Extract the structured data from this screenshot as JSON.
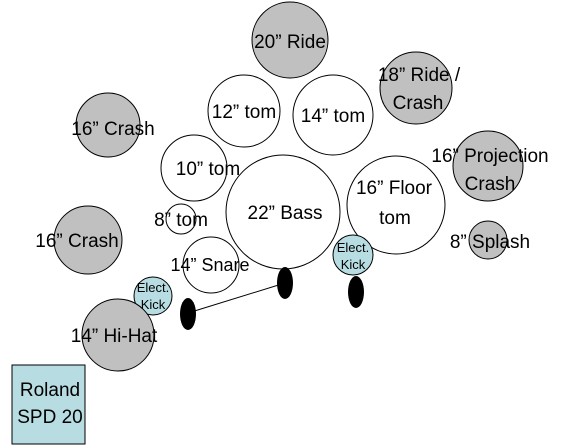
{
  "colors": {
    "cymbal_fill": "#c0c0c0",
    "drum_fill": "#ffffff",
    "trigger_fill": "#b7dde3",
    "pedal_fill": "#000000",
    "pad_fill": "#b7dde3",
    "outline": "#000000"
  },
  "kit": {
    "ride_20": "20” Ride",
    "ride_crash_18_line1": "18” Ride /",
    "ride_crash_18_line2": "Crash",
    "tom_12": "12” tom",
    "tom_14": "14” tom",
    "crash_16_upper": "16” Crash",
    "tom_10": "10” tom",
    "projection_crash_16_line1": "16” Projection",
    "projection_crash_16_line2": "Crash",
    "bass_22": "22” Bass",
    "floor_tom_16_line1": "16” Floor",
    "floor_tom_16_line2": "tom",
    "tom_8": "8” tom",
    "crash_16_lower": "16” Crash",
    "splash_8": "8” Splash",
    "elect_kick_right_line1": "Elect.",
    "elect_kick_right_line2": "Kick",
    "snare_14": "14” Snare",
    "elect_kick_left_line1": "Elect.",
    "elect_kick_left_line2": "Kick",
    "hihat_14": "14” Hi-Hat",
    "pad_line1": "Roland",
    "pad_line2": "SPD 20"
  }
}
